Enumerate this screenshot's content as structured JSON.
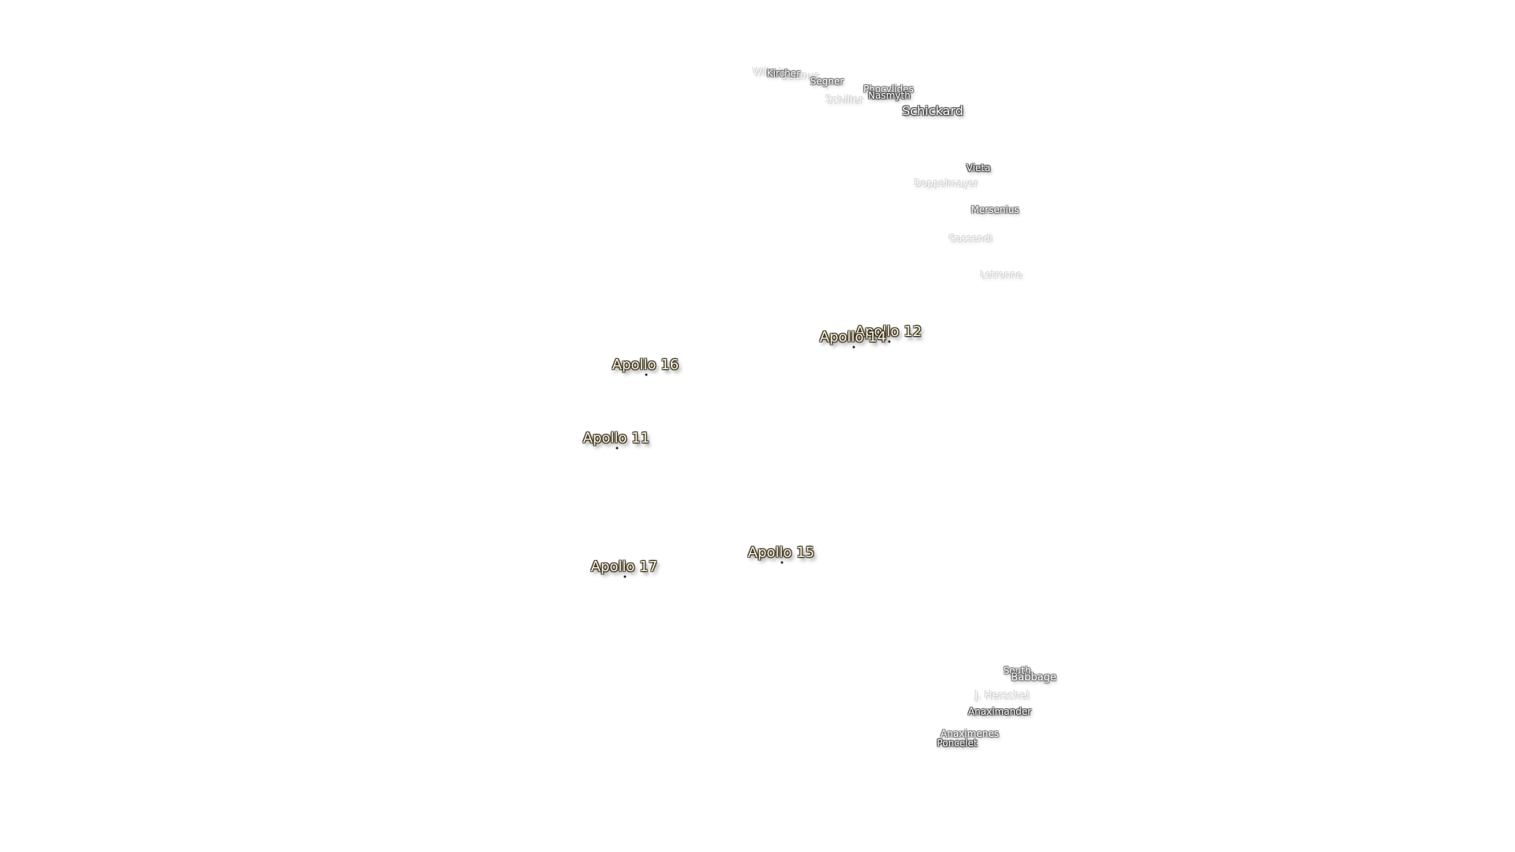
{
  "map": {
    "labels": {
      "wilhelm": "Wilhelm",
      "kircher": "Kircher",
      "bettinus": "Bettinus",
      "segner": "Segner",
      "phocylides": "Phocylides",
      "nasmyth": "Nasmyth",
      "schiller": "Schiller",
      "schickard": "Schickard",
      "vieta": "Vieta",
      "doppelmayer": "Doppelmayer",
      "mersenius": "Mersenius",
      "gassendi": "Gassendi",
      "letronne": "Letronne",
      "south": "South",
      "babbage": "Babbage",
      "j_herschel": "J. Herschel",
      "anaximander": "Anaximander",
      "anaximenes": "Anaximenes",
      "poncelet": "Poncelet"
    },
    "apollo_sites": {
      "apollo_12": "Apollo 12",
      "apollo_14": "Apollo 14",
      "apollo_16": "Apollo 16",
      "apollo_11": "Apollo 11",
      "apollo_15": "Apollo 15",
      "apollo_17": "Apollo 17"
    }
  }
}
